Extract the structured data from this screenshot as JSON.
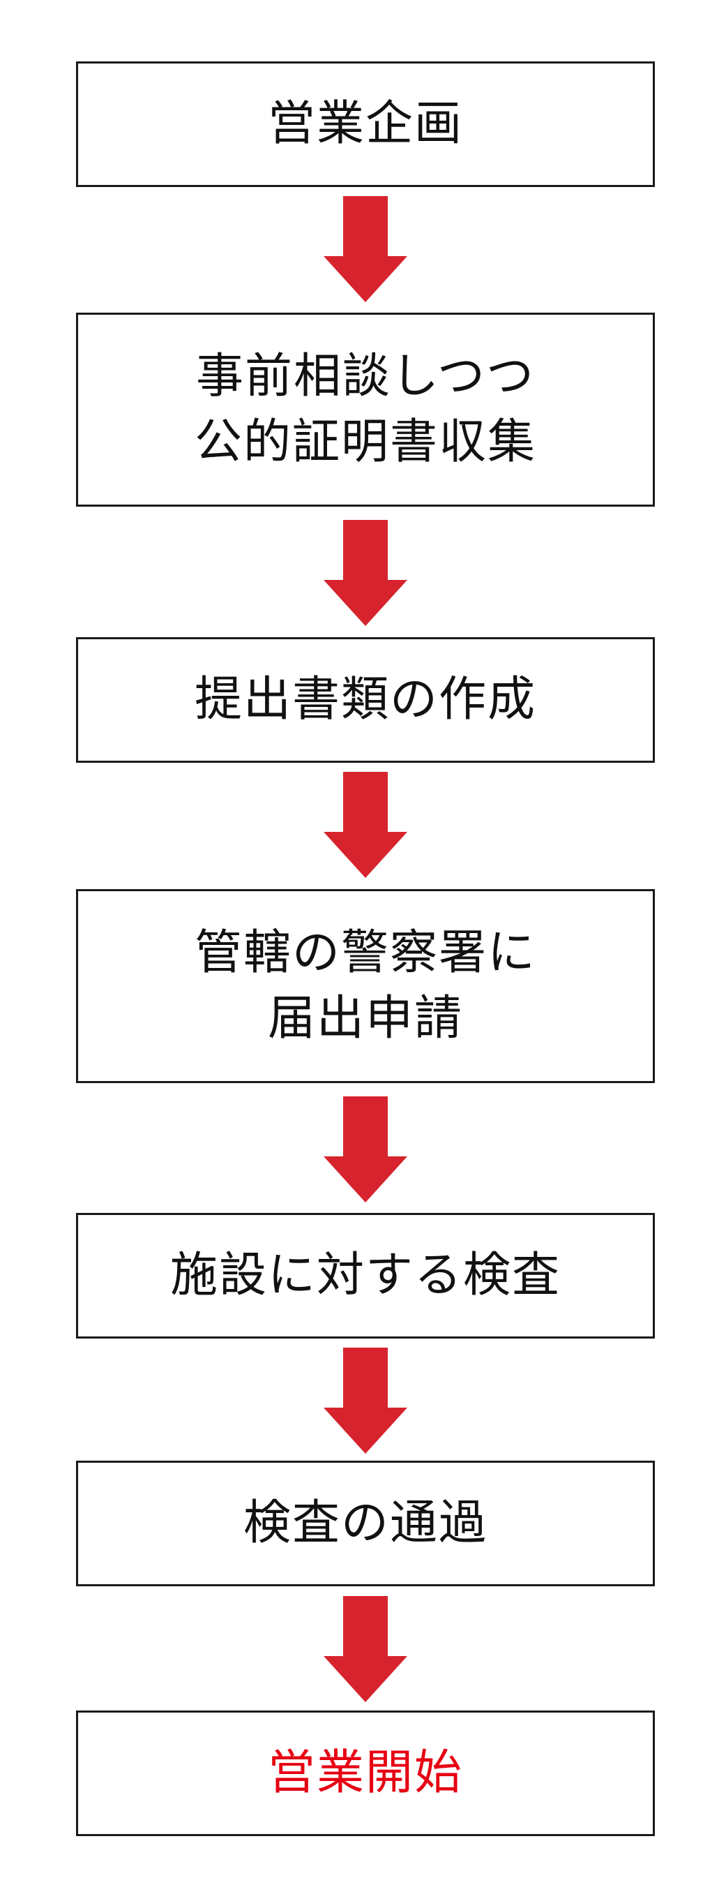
{
  "colors": {
    "box_border": "#1a1a1a",
    "text": "#111111",
    "arrow": "#d7232d",
    "final_text": "#e60012"
  },
  "steps": [
    {
      "lines": [
        "営業企画"
      ]
    },
    {
      "lines": [
        "事前相談しつつ",
        "公的証明書収集"
      ]
    },
    {
      "lines": [
        "提出書類の作成"
      ]
    },
    {
      "lines": [
        "管轄の警察署に",
        "届出申請"
      ]
    },
    {
      "lines": [
        "施設に対する検査"
      ]
    },
    {
      "lines": [
        "検査の通過"
      ]
    },
    {
      "lines": [
        "営業開始"
      ]
    }
  ],
  "arrow_icon": "down-arrow-icon"
}
